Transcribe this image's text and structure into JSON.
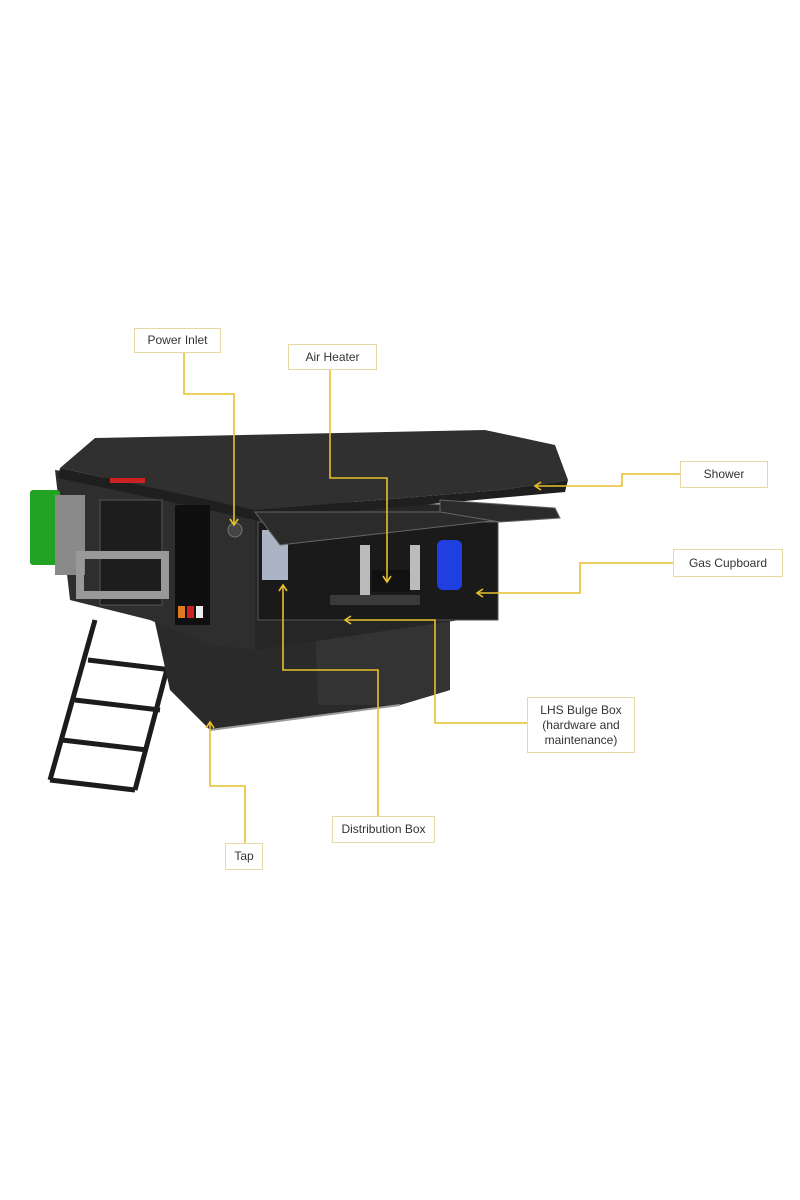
{
  "diagram": {
    "accent_color": "#e8c02e",
    "labels": {
      "power_inlet": "Power Inlet",
      "air_heater": "Air Heater",
      "shower": "Shower",
      "gas_cupboard": "Gas Cupboard",
      "lhs_bulge_box": "LHS Bulge Box (hardware and maintenance)",
      "distribution_box": "Distribution Box",
      "tap": "Tap"
    }
  }
}
